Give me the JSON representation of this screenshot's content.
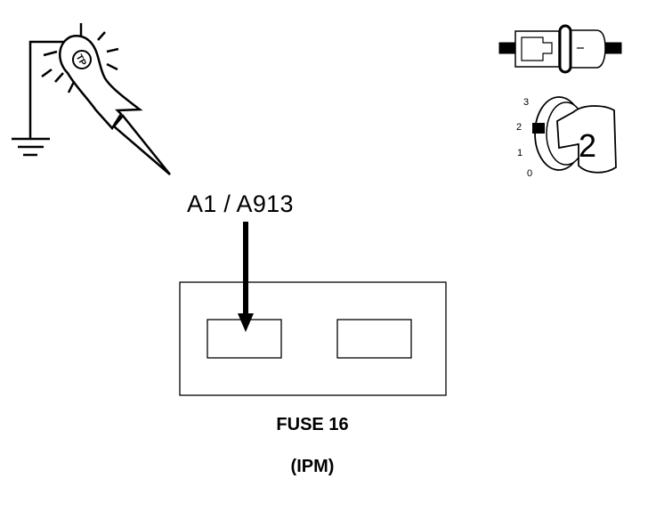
{
  "diagram": {
    "circuit_label": "A1 / A913",
    "fuse_label": "FUSE 16",
    "module_label": "(IPM)",
    "probe_badge": "TP",
    "ignition": {
      "positions": [
        "3",
        "2",
        "1",
        "0"
      ],
      "selected_position": "2",
      "key_number": "2"
    }
  },
  "colors": {
    "line": "#000000",
    "background": "#ffffff",
    "symbol_fill": "#ffffff"
  }
}
